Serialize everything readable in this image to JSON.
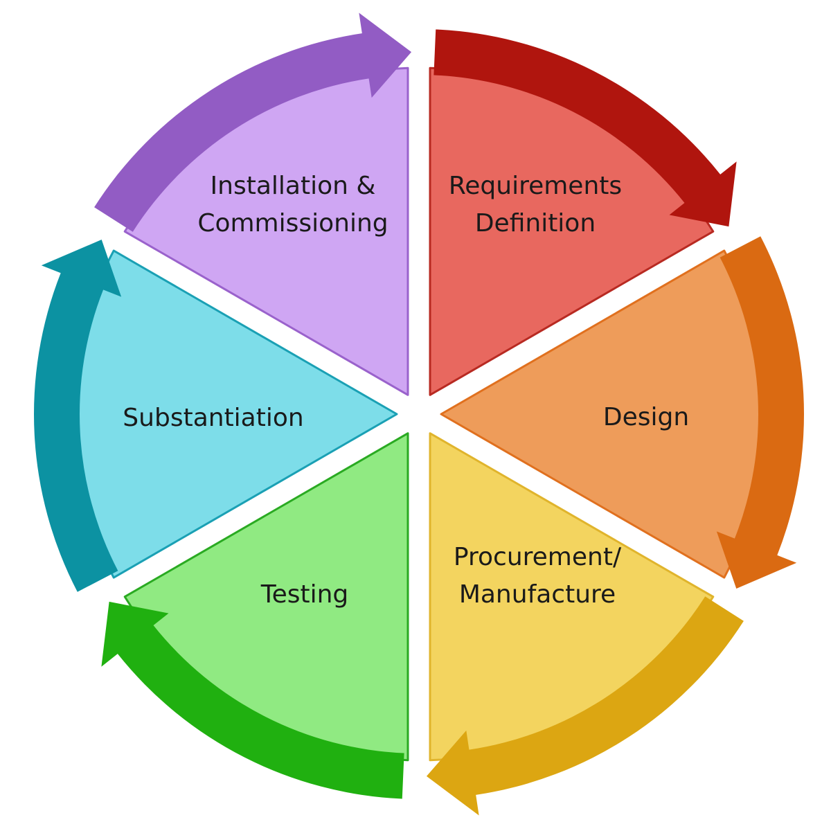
{
  "diagram": {
    "segments": [
      {
        "key": "requirements",
        "lines": [
          "Requirements",
          "Definition"
        ],
        "fill": "#e8685f",
        "border": "#b82a22",
        "arrow": "#b0150e"
      },
      {
        "key": "design",
        "lines": [
          "Design"
        ],
        "fill": "#ee9c5a",
        "border": "#e0701e",
        "arrow": "#da6a12"
      },
      {
        "key": "procurement",
        "lines": [
          "Procurement/",
          "Manufacture"
        ],
        "fill": "#f3d45f",
        "border": "#e0b42c",
        "arrow": "#dca612"
      },
      {
        "key": "testing",
        "lines": [
          "Testing"
        ],
        "fill": "#90ea82",
        "border": "#2aaa22",
        "arrow": "#20b010"
      },
      {
        "key": "substantiation",
        "lines": [
          "Substantiation"
        ],
        "fill": "#7ddde9",
        "border": "#1aa0b4",
        "arrow": "#0c92a2"
      },
      {
        "key": "installation",
        "lines": [
          "Installation &",
          "Commissioning"
        ],
        "fill": "#cfa6f3",
        "border": "#9a62cc",
        "arrow": "#925cc4"
      }
    ]
  }
}
